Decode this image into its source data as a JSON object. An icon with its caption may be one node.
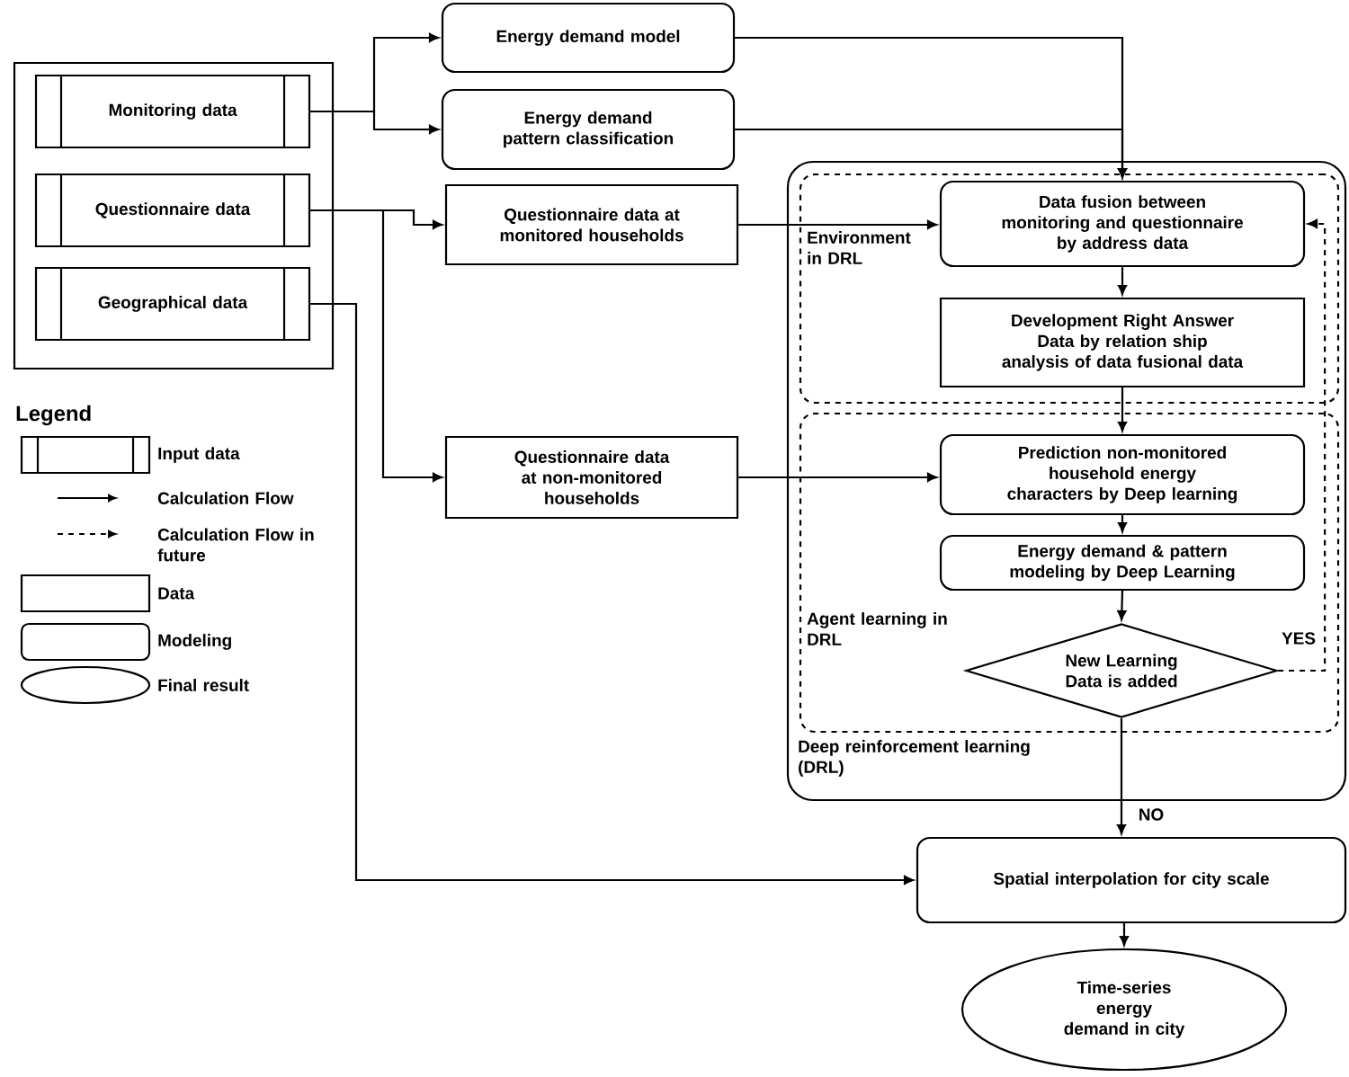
{
  "diagram": {
    "nodes": [
      {
        "text": [],
        "shape": "box"
      },
      {
        "text": [
          "Monitoring data"
        ],
        "in": 0
      },
      {
        "text": [
          "Questionnaire data"
        ],
        "in": 0
      },
      {
        "text": [
          "Geographical data"
        ],
        "in": 0
      },
      {
        "text": [
          "Energy demand model"
        ]
      },
      {
        "text": [
          "Energy demand pattern classification"
        ]
      },
      {
        "text": [
          "Questionnaire data at monitored households"
        ]
      },
      {
        "text": [
          "Questionnaire data at non-monitored households"
        ]
      },
      {
        "text": [
          "Deep reinforcement learning (DRL)"
        ]
      },
      {
        "text": [
          "Environment in DRL"
        ],
        "in": 8
      },
      {
        "text": [
          "Data fusion between monitoring and questionnaire by address data"
        ],
        "in": 9
      },
      {
        "text": [
          "Development Right Answer Data by relation ship analysis of data fusional data"
        ],
        "in": 9
      },
      {
        "text": [
          "Agent learning in DRL"
        ],
        "in": 8
      },
      {
        "text": [
          "Prediction non-monitored household energy characters by Deep learning"
        ],
        "in": 12
      },
      {
        "text": [
          "Energy demand & pattern modeling by Deep Learning"
        ],
        "in": 12
      },
      {
        "text": [
          "New Learning Data is added"
        ],
        "in": 12
      },
      {
        "text": [
          "Spatial interpolation for city scale"
        ]
      },
      {
        "text": [
          "Time-series energy demand in city"
        ]
      }
    ],
    "edges": [
      {
        "from": 1,
        "to": 4,
        "arrow": "to"
      },
      {
        "from": 1,
        "to": 5,
        "arrow": "to"
      },
      {
        "from": 2,
        "to": 6,
        "arrow": "to"
      },
      {
        "from": 2,
        "to": 7,
        "arrow": "to"
      },
      {
        "from": 3,
        "to": 16,
        "arrow": "to"
      },
      {
        "from": 4,
        "to": 10,
        "arrow": "to"
      },
      {
        "from": 5,
        "to": 10,
        "arrow": "to"
      },
      {
        "from": 6,
        "to": 10,
        "arrow": "to"
      },
      {
        "from": 7,
        "to": 13,
        "arrow": "to"
      },
      {
        "from": 10,
        "to": 11,
        "arrow": "to"
      },
      {
        "from": 11,
        "to": 13,
        "arrow": "to"
      },
      {
        "from": 13,
        "to": 14,
        "arrow": "to"
      },
      {
        "from": 14,
        "to": 15,
        "arrow": "to"
      },
      {
        "from": 15,
        "to": 10,
        "arrow": "to",
        "style": "dashed",
        "label": "YES"
      },
      {
        "from": 15,
        "to": 16,
        "arrow": "to",
        "label": "NO"
      },
      {
        "from": 16,
        "to": 17,
        "arrow": "to"
      }
    ],
    "labels": [
      "Legend"
    ],
    "legend": [
      {
        "text": "Input data"
      },
      {
        "text": "Calculation Flow"
      },
      {
        "text": "Calculation Flow in future"
      },
      {
        "text": "Data"
      },
      {
        "text": "Modeling"
      },
      {
        "text": "Final result"
      }
    ]
  }
}
